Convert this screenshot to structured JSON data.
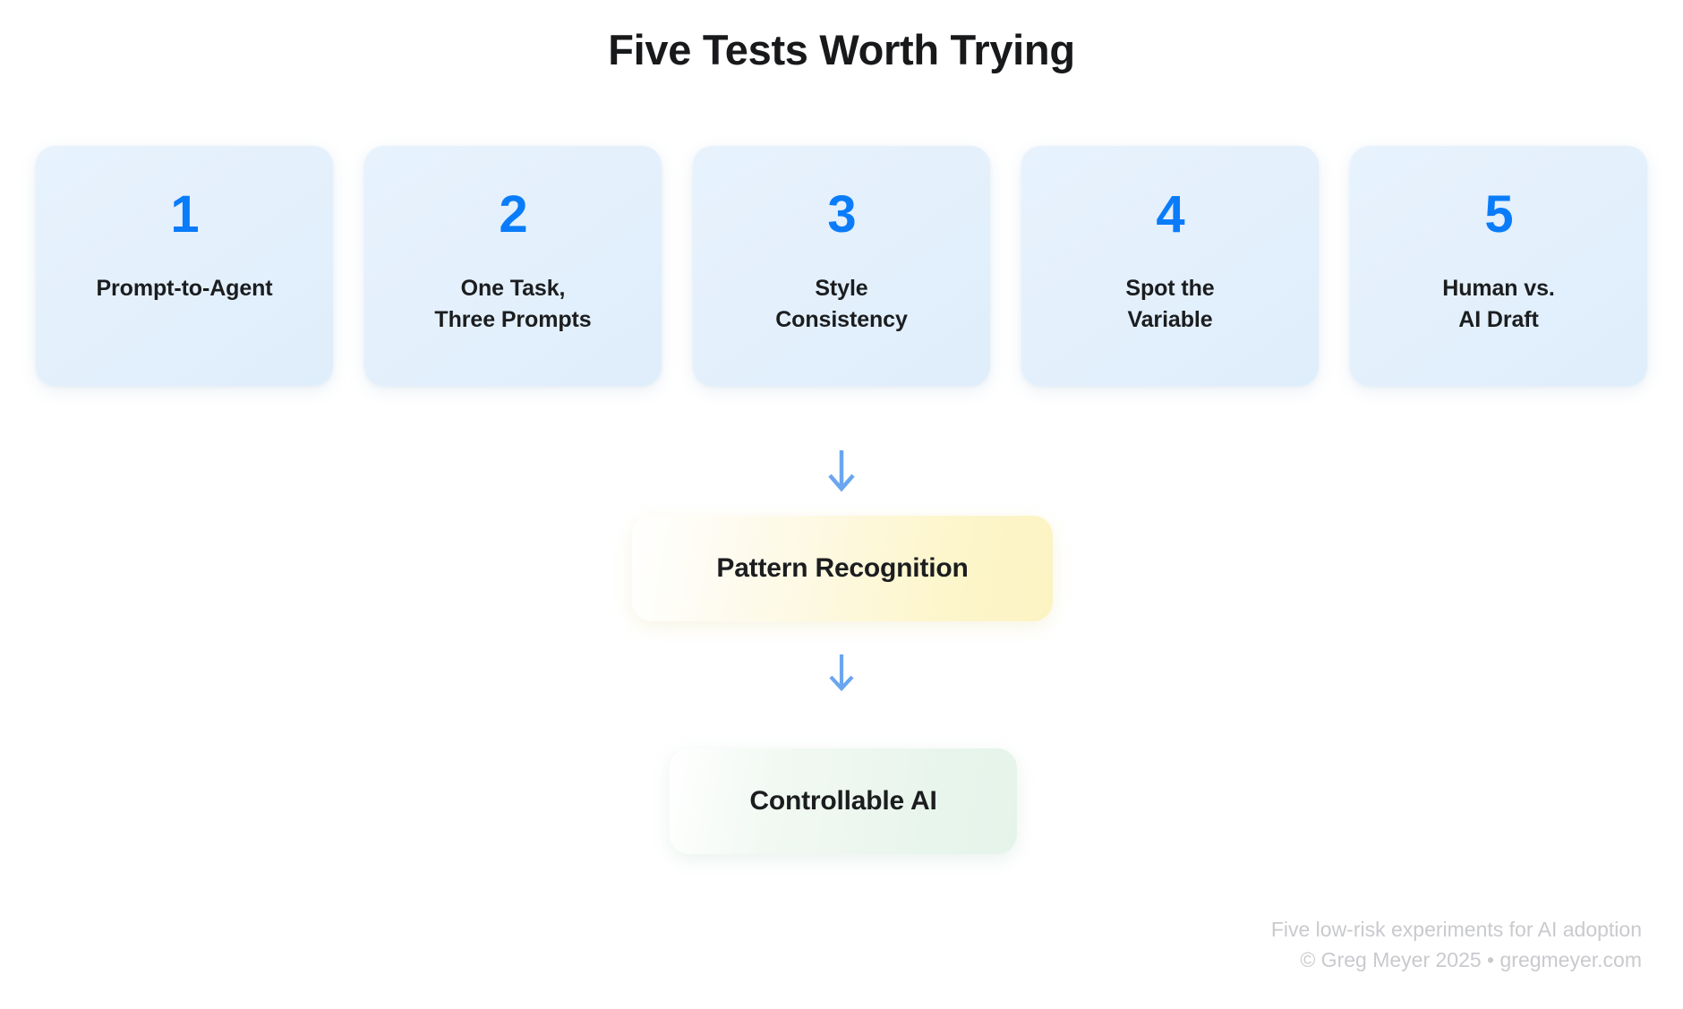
{
  "title": "Five Tests Worth Trying",
  "cards": [
    {
      "number": "1",
      "label_line1": "Prompt-to-Agent",
      "label_line2": ""
    },
    {
      "number": "2",
      "label_line1": "One Task,",
      "label_line2": "Three Prompts"
    },
    {
      "number": "3",
      "label_line1": "Style",
      "label_line2": "Consistency"
    },
    {
      "number": "4",
      "label_line1": "Spot the",
      "label_line2": "Variable"
    },
    {
      "number": "5",
      "label_line1": "Human vs.",
      "label_line2": "AI Draft"
    }
  ],
  "flow": {
    "arrow1": "down-arrow-icon",
    "outcome1": "Pattern Recognition",
    "arrow2": "down-arrow-icon",
    "outcome2": "Controllable AI"
  },
  "footer": {
    "line1": "Five low-risk experiments for AI adoption",
    "line2": "© Greg Meyer 2025 • gregmeyer.com"
  },
  "colors": {
    "number_blue": "#0a7cfa",
    "arrow_blue": "#6aa6ef",
    "card_bg": "#e4f0fc",
    "pattern_bg": "#fdf6cd",
    "controllable_bg": "#e8f5ec",
    "title_text": "#18191b",
    "footer_text": "#c9cace"
  }
}
